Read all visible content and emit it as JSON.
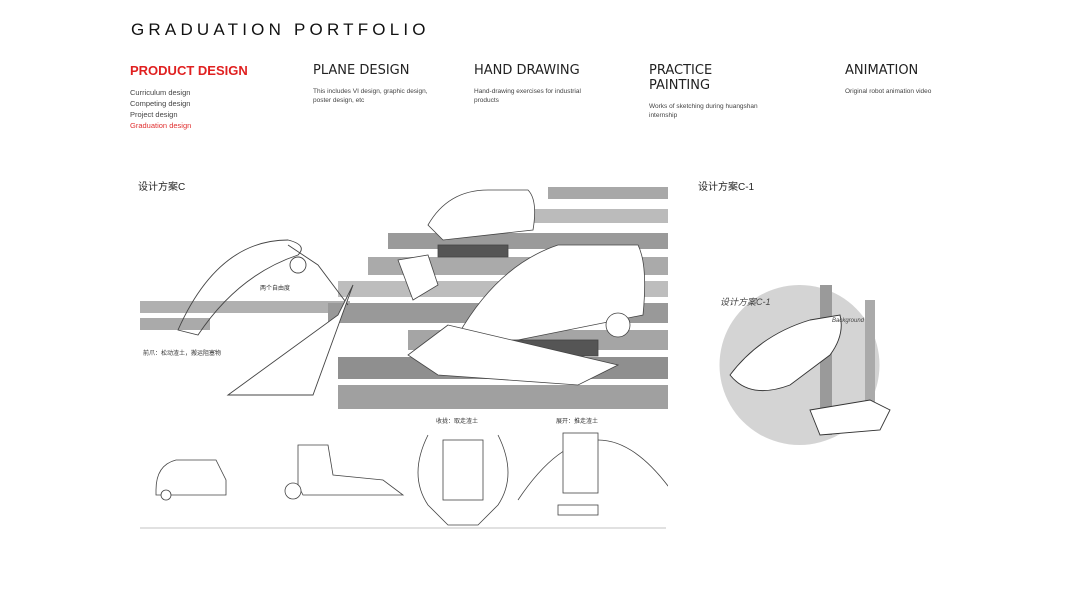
{
  "header": {
    "title": "GRADUATION PORTFOLIO"
  },
  "nav": [
    {
      "label": "PRODUCT DESIGN",
      "items": [
        "Curriculum design",
        "Competing design",
        "Project design",
        "Graduation design"
      ],
      "active_item": "Graduation design"
    },
    {
      "label": "PLANE DESIGN",
      "desc": "This includes VI design, graphic design, poster design, etc"
    },
    {
      "label": "HAND DRAWING",
      "desc": "Hand-drawing exercises for industrial products"
    },
    {
      "label": "PRACTICE PAINTING",
      "desc": "Works of sketching during huangshan internship"
    },
    {
      "label": "ANIMATION",
      "desc": "Original robot animation video"
    }
  ],
  "main": {
    "left_title": "设计方案C",
    "right_title": "设计方案C-1",
    "notes": {
      "dof": "两个自由度",
      "claw": "前爪：松动渣土，搬运阻塞物",
      "closed": "收拢：取走渣土",
      "open": "展开：推走渣土"
    },
    "sketch_notes": {
      "title": "设计方案C-1",
      "bg": "Background"
    }
  },
  "colors": {
    "accent": "#e02020"
  }
}
